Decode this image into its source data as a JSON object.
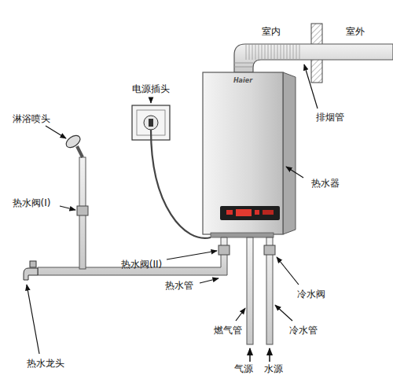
{
  "diagram": {
    "labels": [
      "室内",
      "室外",
      "排烟管",
      "电源插头",
      "Haier",
      "淋浴喷头",
      "热水器",
      "热水阀(I)",
      "热水阀(II)",
      "热水管",
      "冷水阀",
      "冷水管",
      "燃气管",
      "气源",
      "水源",
      "热水龙头"
    ]
  }
}
